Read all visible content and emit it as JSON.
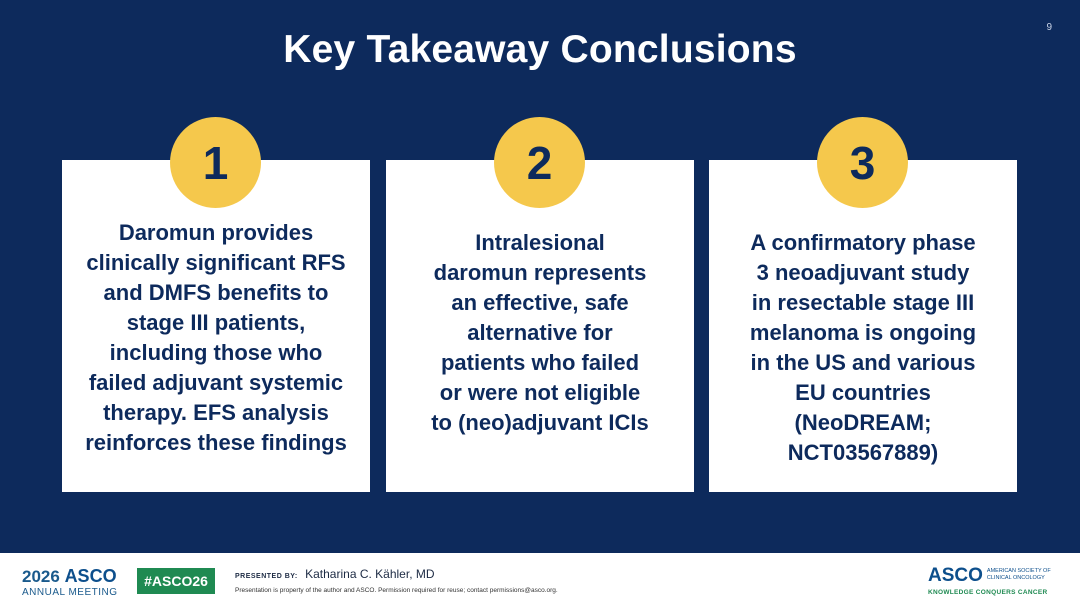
{
  "slide": {
    "page_number": "9",
    "title": "Key Takeaway Conclusions",
    "cards": [
      {
        "number": "1",
        "lines": [
          "Daromun provides",
          "clinically significant RFS",
          "and DMFS benefits to",
          "stage III patients,",
          "including those who",
          "failed adjuvant systemic",
          "therapy. EFS analysis",
          "reinforces these findings"
        ]
      },
      {
        "number": "2",
        "lines": [
          "Intralesional",
          "daromun represents",
          "an effective, safe",
          "alternative for",
          "patients who failed",
          "or were not eligible",
          "to (neo)adjuvant ICIs"
        ]
      },
      {
        "number": "3",
        "lines": [
          "A confirmatory phase",
          "3 neoadjuvant study",
          "in resectable stage III",
          "melanoma is ongoing",
          "in the US and various",
          "EU countries",
          "(NeoDREAM;",
          "NCT03567889)"
        ]
      }
    ]
  },
  "footer": {
    "meeting_year": "2026",
    "meeting_brand": "ASCO",
    "meeting_subtitle": "ANNUAL MEETING",
    "hashtag": "#ASCO26",
    "presented_label": "PRESENTED BY:",
    "presenter": "Katharina C. Kähler, MD",
    "disclaimer": "Presentation is property of the author and ASCO. Permission required for reuse; contact permissions@asco.org.",
    "brand_name": "ASCO",
    "brand_society": "AMERICAN SOCIETY OF CLINICAL ONCOLOGY",
    "brand_tagline": "KNOWLEDGE CONQUERS CANCER"
  },
  "colors": {
    "background": "#0d2a5c",
    "badge": "#f5c84c",
    "card": "#ffffff",
    "hashtag": "#1f8a52"
  }
}
